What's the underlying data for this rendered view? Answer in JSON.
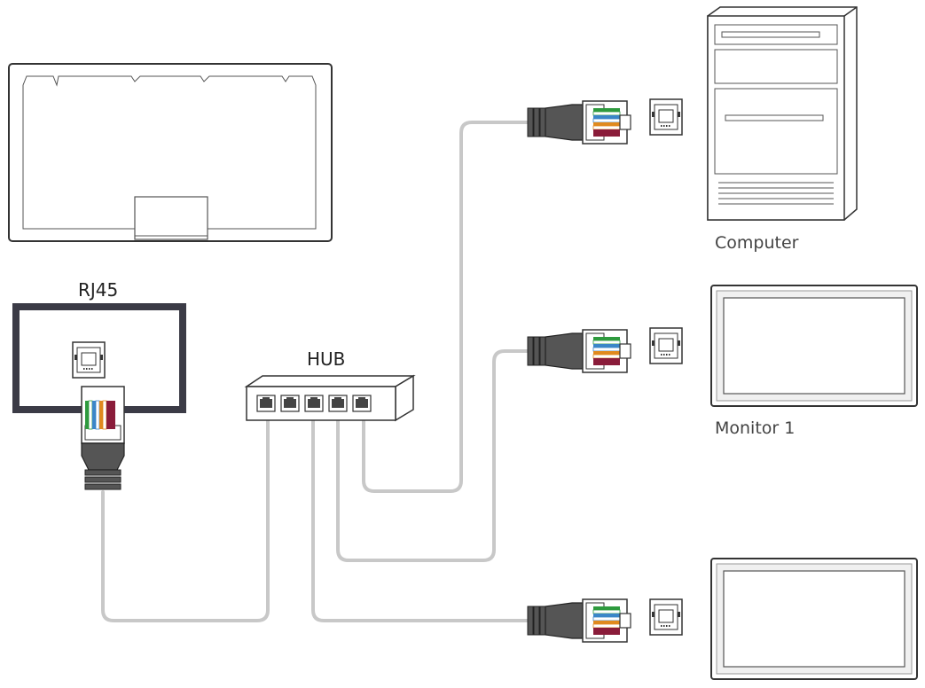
{
  "labels": {
    "rj45": "RJ45",
    "hub": "HUB",
    "computer": "Computer",
    "monitor1": "Monitor 1"
  },
  "colors": {
    "cable": "#c8c8c8",
    "outline": "#333333",
    "panel_frame": "#3b3b46",
    "plug_boot": "#555555",
    "wire_green": "#2e9a3e",
    "wire_blue": "#3b86c8",
    "wire_orange": "#e08a1e",
    "wire_maroon": "#8a1c3a"
  }
}
